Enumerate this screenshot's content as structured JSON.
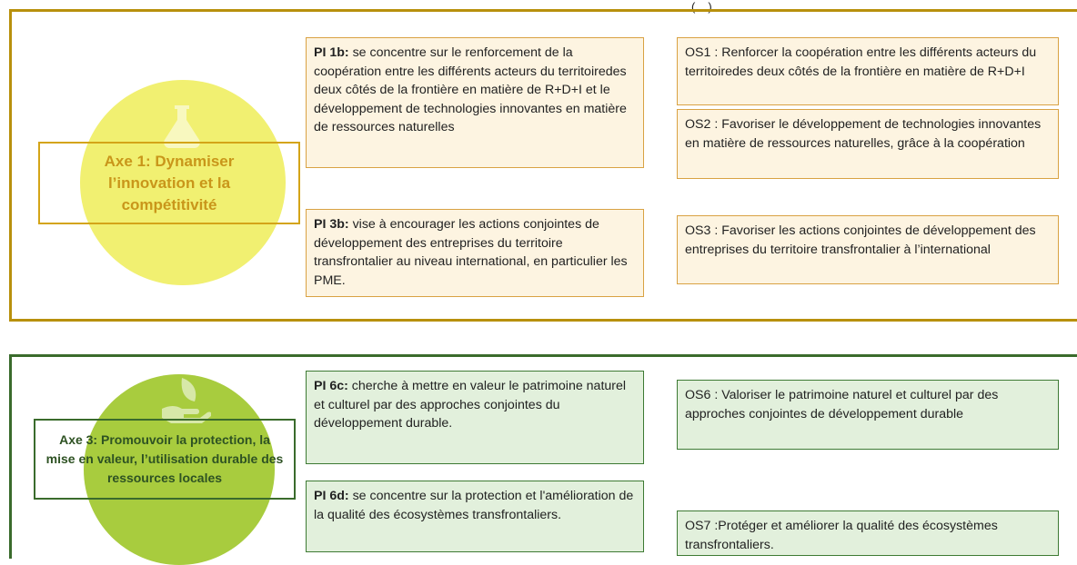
{
  "top_cut_text": "(…)",
  "axes": [
    {
      "title": "Axe 1: Dynamiser l’innovation et la compétitivité",
      "priorities": [
        {
          "code": "PI 1b:",
          "text": " se concentre sur le renforcement de la coopération entre les différents acteurs du territoiredes deux côtés de la frontière en matière de R+D+I et le développement de technologies innovantes en matière de ressources naturelles"
        },
        {
          "code": "PI 3b:",
          "text": " vise à encourager les actions conjointes de développement des entreprises du territoire transfrontalier au niveau international, en particulier les PME."
        }
      ],
      "objectives": [
        "OS1 : Renforcer la coopération entre les différents acteurs du territoiredes deux côtés de la frontière en matière de R+D+I",
        "OS2 : Favoriser le développement de technologies innovantes en matière de ressources naturelles, grâce à la coopération",
        "OS3 : Favoriser les actions conjointes de développement des entreprises du territoire transfrontalier à l’international"
      ]
    },
    {
      "title": "Axe 3: Promouvoir la protection, la mise en valeur, l’utilisation durable des ressources locales",
      "priorities": [
        {
          "code": "PI 6c:",
          "text": " cherche à mettre en valeur le patrimoine naturel et culturel par des approches conjointes du développement durable."
        },
        {
          "code": "PI 6d:",
          "text": " se concentre sur la protection et l'amélioration de la qualité des écosystèmes transfrontaliers."
        }
      ],
      "objectives": [
        "OS6 : Valoriser le patrimoine naturel et culturel par des approches conjointes de développement durable",
        "OS7 :Protéger et améliorer la qualité des écosystèmes transfrontaliers."
      ]
    }
  ],
  "colors": {
    "axe1_border": "#b8900c",
    "axe1_circle": "#f1f071",
    "axe1_text": "#c9961a",
    "axe3_border": "#3a6b2c",
    "axe3_circle": "#a8cc3e",
    "axe3_text": "#2e5223"
  },
  "icons": [
    "flask-icon",
    "leaf-hand-icon"
  ]
}
